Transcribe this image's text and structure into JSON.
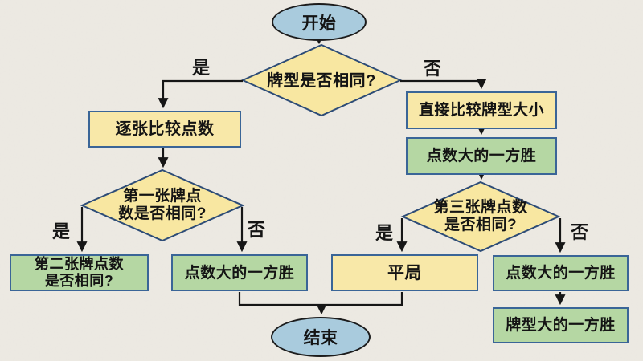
{
  "diagram": {
    "background": "#ebe8e1",
    "palette": {
      "terminator_fill": "#a9cbdd",
      "terminator_border": "#1c1c1c",
      "decision_fill": "#f8e7a1",
      "process_fill": "#f8e8a8",
      "result_fill": "#b5d7a3",
      "box_border": "#3a6597",
      "connector": "#161616",
      "text": "#141414"
    },
    "edge_labels": {
      "yes": "是",
      "no": "否"
    },
    "nodes": {
      "start": {
        "label": "开始",
        "type": "terminator"
      },
      "decision_card_type": {
        "label": "牌型是否相同?",
        "type": "decision"
      },
      "compare_each_point": {
        "label": "逐张比较点数",
        "type": "process"
      },
      "direct_compare_type": {
        "label": "直接比较牌型大小",
        "type": "process"
      },
      "higher_points_wins_right": {
        "label": "点数大的一方胜",
        "type": "result"
      },
      "decision_first_card": {
        "label": "第一张牌点\n数是否相同?",
        "type": "decision"
      },
      "second_card_same": {
        "label": "第二张牌点数\n是否相同?",
        "type": "result"
      },
      "higher_points_wins_left": {
        "label": "点数大的一方胜",
        "type": "result"
      },
      "decision_third_card": {
        "label": "第三张牌点数\n是否相同?",
        "type": "decision"
      },
      "tie": {
        "label": "平局",
        "type": "process"
      },
      "higher_points_wins_bottom": {
        "label": "点数大的一方胜",
        "type": "result"
      },
      "higher_type_wins": {
        "label": "牌型大的一方胜",
        "type": "result"
      },
      "end": {
        "label": "结束",
        "type": "terminator"
      }
    }
  }
}
